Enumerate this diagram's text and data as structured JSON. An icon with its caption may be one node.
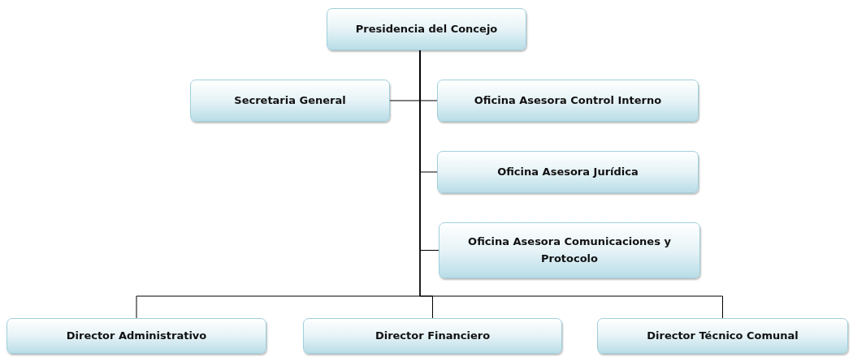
{
  "diagram": {
    "nodes": [
      {
        "text": [
          "Presidencia del Concejo"
        ]
      },
      {
        "text": [
          "Secretaria General"
        ]
      },
      {
        "text": [
          "Oficina Asesora Control Interno"
        ]
      },
      {
        "text": [
          "Oficina Asesora Jurídica"
        ]
      },
      {
        "text": [
          "Oficina Asesora Comunicaciones y Protocolo"
        ]
      },
      {
        "text": [
          "Director Administrativo"
        ]
      },
      {
        "text": [
          "Director Financiero"
        ]
      },
      {
        "text": [
          "Director Técnico Comunal"
        ]
      }
    ],
    "edges": [
      {
        "from": 0,
        "to": 1,
        "arrow": "none"
      },
      {
        "from": 0,
        "to": 2,
        "arrow": "none"
      },
      {
        "from": 0,
        "to": 3,
        "arrow": "none"
      },
      {
        "from": 0,
        "to": 4,
        "arrow": "none"
      },
      {
        "from": 0,
        "to": 5,
        "arrow": "none"
      },
      {
        "from": 0,
        "to": 6,
        "arrow": "none"
      },
      {
        "from": 0,
        "to": 7,
        "arrow": "none"
      }
    ]
  }
}
